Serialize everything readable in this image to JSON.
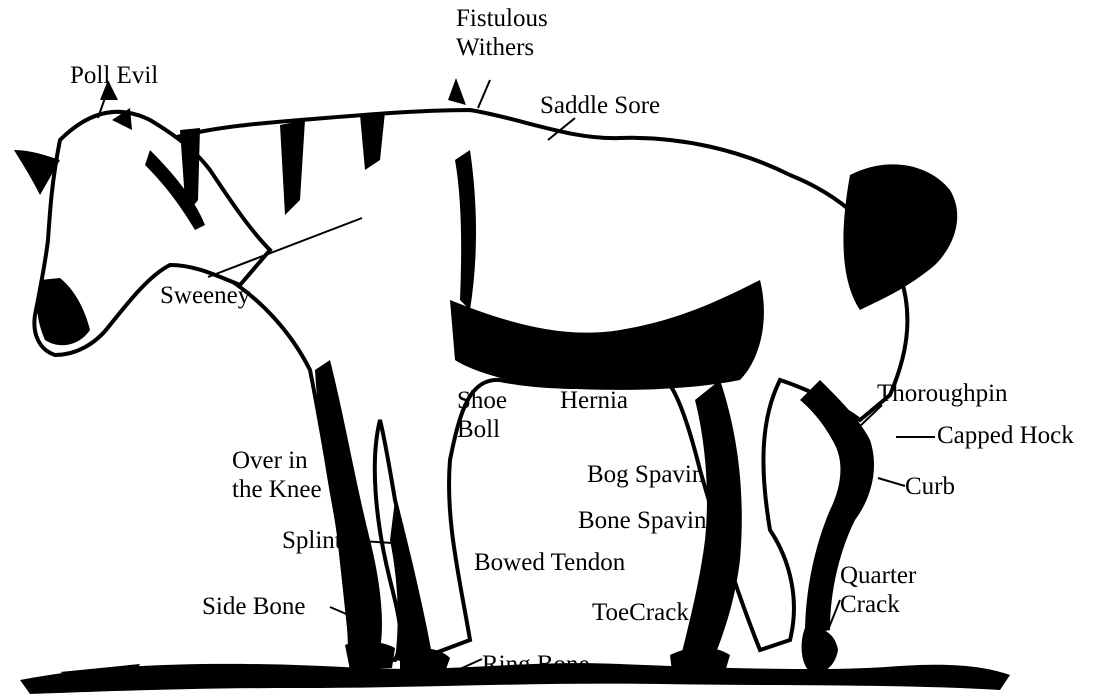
{
  "labels": {
    "poll_evil": "Poll Evil",
    "fistulous_withers": [
      "Fistulous",
      "Withers"
    ],
    "saddle_sore": "Saddle Sore",
    "sweeney": "Sweeney",
    "shoe_boll": [
      "Shoe",
      "Boll"
    ],
    "hernia": "Hernia",
    "thoroughpin": "Thoroughpin",
    "capped_hock": "Capped Hock",
    "curb": "Curb",
    "over_in_the_knee": [
      "Over in",
      "the Knee"
    ],
    "splint": "Splint",
    "bog_spavin": "Bog Spavin",
    "bone_spavin": "Bone Spavin",
    "bowed_tendon": "Bowed Tendon",
    "side_bone": "Side Bone",
    "toe_crack": "ToeCrack",
    "quarter_crack": [
      "Quarter",
      "Crack"
    ],
    "ring_bone": "Ring Bone"
  },
  "colors": {
    "ink": "#000000",
    "background": "#ffffff"
  }
}
